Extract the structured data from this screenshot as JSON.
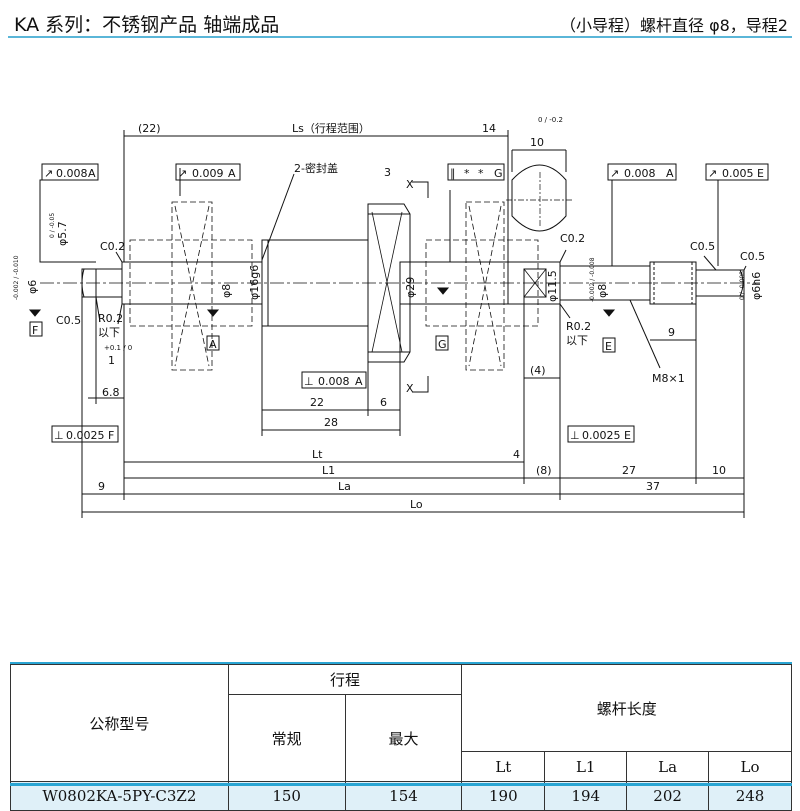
{
  "header": {
    "title": "KA 系列：不锈钢产品 轴端成品",
    "subtitle": "（小导程）螺杆直径 φ8，导程2"
  },
  "drawing": {
    "dims": {
      "d22p": "(22)",
      "ls": "Ls（行程范围）",
      "d14": "14",
      "d10": "10",
      "d3": "3",
      "d22": "22",
      "d6": "6",
      "d28": "28",
      "lt": "Lt",
      "d4": "4",
      "l1": "L1",
      "d8p": "(8)",
      "d27": "27",
      "d10b": "10",
      "d9": "9",
      "la": "La",
      "d37": "37",
      "lo": "Lo",
      "d4p": "(4)",
      "d9b": "9",
      "d68": "6.8",
      "d1": "1"
    },
    "labels": {
      "phi6": "φ6",
      "phi6tol": "-0.002 / -0.010",
      "phi57": "φ5.7",
      "phi57tol": "0 / -0.05",
      "c02a": "C0.2",
      "c05a": "C0.5",
      "r02": "R0.2",
      "yixia": "以下",
      "tolp01": "+0.1 / 0",
      "phi8": "φ8",
      "phi16": "φ16g6",
      "seal": "2-密封盖",
      "phi29": "φ29",
      "phi115": "φ11.5",
      "c02b": "C0.2",
      "r02b": "R0.2",
      "yixiab": "以下",
      "phi8b": "φ8",
      "phi8btol": "-0.002 / -0.008",
      "c05b": "C0.5",
      "c05c": "C0.5",
      "phi6h6": "φ6h6",
      "phi6h6tol": "0 / -0.008",
      "m8": "M8×1",
      "x1": "X",
      "x2": "X",
      "top02": "0 / -0.2"
    },
    "datums": {
      "a": "A",
      "e": "E",
      "f": "F",
      "g": "G"
    },
    "frames": {
      "f1": [
        "↗",
        "0.008",
        "A"
      ],
      "f2": [
        "↗",
        "0.009",
        "A"
      ],
      "f3": [
        "∥",
        "*",
        "*",
        "G"
      ],
      "f4": [
        "↗",
        "0.008",
        "A"
      ],
      "f5": [
        "↗",
        "0.005",
        "E"
      ],
      "f6": [
        "⊥",
        "0.008",
        "A"
      ],
      "f7": [
        "⊥",
        "0.0025",
        "F"
      ],
      "f8": [
        "⊥",
        "0.0025",
        "E"
      ]
    }
  },
  "table": {
    "col_model": "公称型号",
    "col_stroke": "行程",
    "col_normal": "常规",
    "col_max": "最大",
    "col_length": "螺杆长度",
    "col_lt": "Lt",
    "col_l1": "L1",
    "col_la": "La",
    "col_lo": "Lo",
    "rows": [
      {
        "model": "W0802KA-5PY-C3Z2",
        "normal": "150",
        "max": "154",
        "lt": "190",
        "l1": "194",
        "la": "202",
        "lo": "248"
      }
    ]
  }
}
